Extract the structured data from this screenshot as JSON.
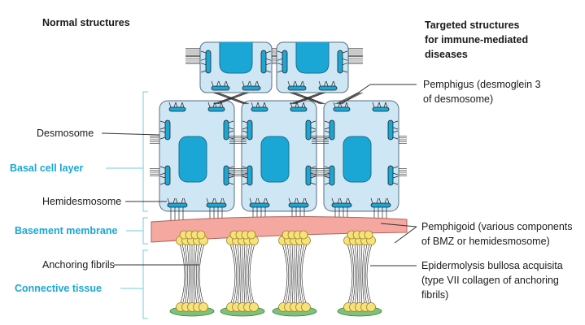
{
  "headers": {
    "left": "Normal structures",
    "right_lines": [
      "Targeted structures",
      "for immune-mediated",
      "diseases"
    ]
  },
  "left_labels": {
    "desmosome": "Desmosome",
    "hemidesmosome": "Hemidesmosome",
    "anchoring_fibrils": "Anchoring fibrils"
  },
  "layer_labels": {
    "basal_cell_layer": "Basal cell layer",
    "basement_membrane": "Basement membrane",
    "connective_tissue": "Connective tissue"
  },
  "right_labels": {
    "pemphigus": [
      "Pemphigus (desmoglein 3",
      "of desmosome)"
    ],
    "pemphigoid": [
      "Pemphigoid (various components",
      "of BMZ or hemidesmosome)"
    ],
    "ebA": [
      "Epidermolysis bullosa acquisita",
      "(type VII collagen of anchoring",
      "fibrils)"
    ]
  },
  "colors": {
    "cell_fill": "#cfe6f5",
    "cell_stroke": "#5a6f80",
    "nucleus": "#1aa7d6",
    "membrane": "#f4a8a0",
    "ball": "#f7e27a",
    "base_ellipse": "#7cc27a",
    "cyan_text": "#1aa7d6"
  }
}
